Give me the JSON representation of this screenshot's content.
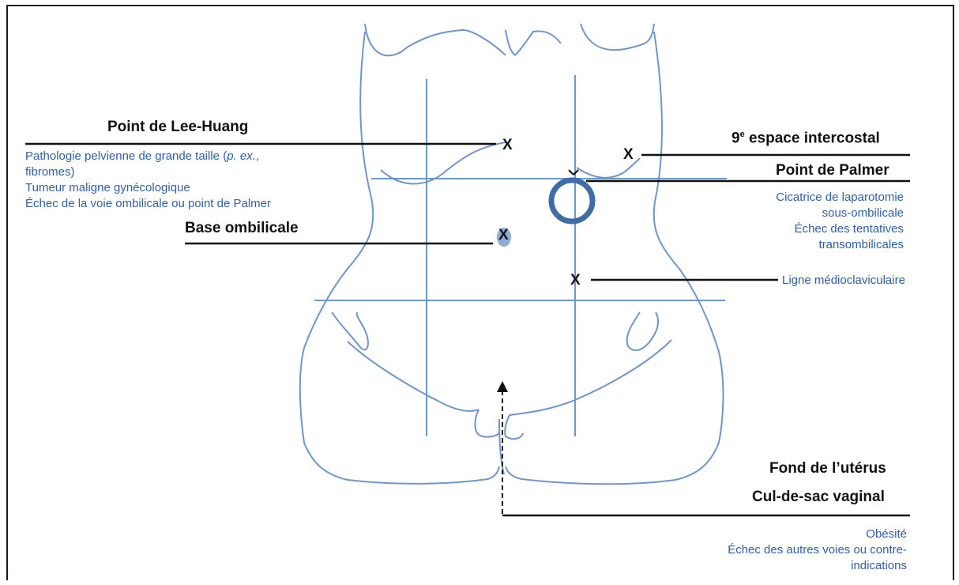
{
  "colors": {
    "outline": "#6f96c9",
    "text_notes": "#2f5fa7",
    "label": "#111111",
    "ring": "#3f6ea6"
  },
  "labels": {
    "lee_huang": "Point de Lee-Huang",
    "intercostal_sup": "e",
    "intercostal_num": "9",
    "intercostal_rest": " espace intercostal",
    "palmer": "Point de Palmer",
    "base_ombilicale": "Base ombilicale",
    "fond_uterus": "Fond de l’utérus",
    "cul_de_sac": "Cul-de-sac vaginal",
    "ligne_medioclav": "Ligne médioclaviculaire"
  },
  "markers": {
    "x": "X"
  },
  "notes": {
    "lee_huang": [
      {
        "text": "Pathologie pelvienne de grande taille (",
        "italic": "p. ex.",
        "tail": ","
      },
      {
        "text": "fibromes)"
      },
      {
        "text": "Tumeur maligne gynécologique"
      },
      {
        "text": "Échec de la voie ombilicale ou point de Palmer"
      }
    ],
    "palmer": [
      "Cicatrice de laparotomie",
      "sous-ombilicale",
      "Échec des tentatives",
      "transombilicales"
    ],
    "vaginal": [
      "Obésité",
      "Échec des autres voies ou contre-",
      "indications"
    ]
  }
}
